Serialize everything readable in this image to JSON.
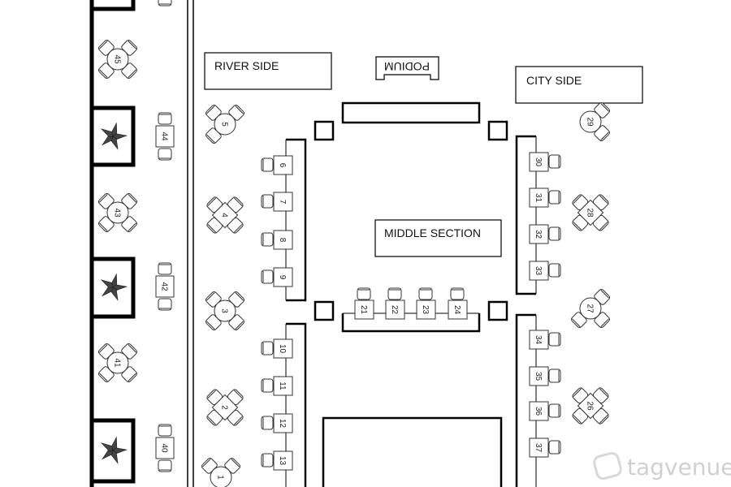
{
  "sections": {
    "river_side": "RIVER SIDE",
    "city_side": "CITY SIDE",
    "middle_section": "MIDDLE SECTION",
    "podium": "PODIUM"
  },
  "tables": {
    "t1": "1",
    "t2": "2",
    "t3": "3",
    "t4": "4",
    "t5": "5",
    "t6": "6",
    "t7": "7",
    "t8": "8",
    "t9": "9",
    "t10": "10",
    "t11": "11",
    "t12": "12",
    "t13": "13",
    "t21": "21",
    "t22": "22",
    "t23": "23",
    "t24": "24",
    "t26": "26",
    "t27": "27",
    "t28": "28",
    "t29": "29",
    "t30": "30",
    "t31": "31",
    "t32": "32",
    "t33": "33",
    "t34": "34",
    "t35": "35",
    "t36": "36",
    "t37": "37",
    "t40": "40",
    "t41": "41",
    "t42": "42",
    "t43": "43",
    "t44": "44",
    "t45": "45"
  },
  "watermark": "tagvenue"
}
